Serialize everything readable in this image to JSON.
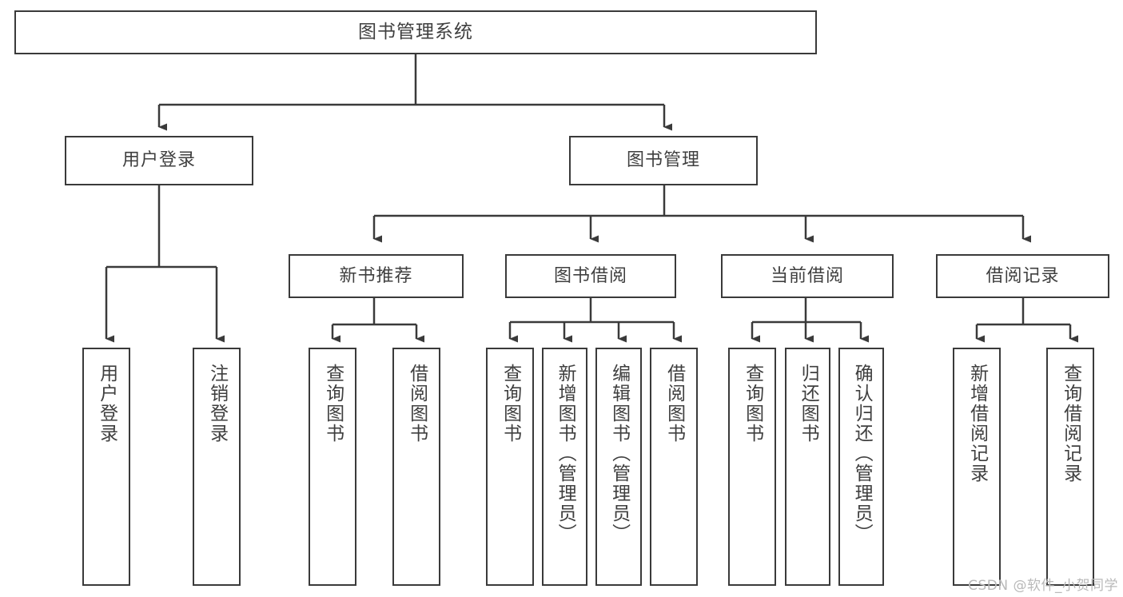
{
  "diagram": {
    "title": "图书管理系统",
    "type": "tree",
    "stroke_color": "#3a3a3a",
    "text_color": "#3f3f3f",
    "background_color": "#ffffff",
    "root": {
      "label": "图书管理系统"
    },
    "level2": [
      {
        "label": "用户登录"
      },
      {
        "label": "图书管理"
      }
    ],
    "level3": [
      {
        "label": "新书推荐"
      },
      {
        "label": "图书借阅"
      },
      {
        "label": "当前借阅"
      },
      {
        "label": "借阅记录"
      }
    ],
    "leaves": {
      "user_login": [
        {
          "label": "用户登录"
        },
        {
          "label": "注销登录"
        }
      ],
      "new_book_recommend": [
        {
          "label": "查询图书"
        },
        {
          "label": "借阅图书"
        }
      ],
      "book_borrow": [
        {
          "label": "查询图书"
        },
        {
          "label": "新增图书（管理员）"
        },
        {
          "label": "编辑图书（管理员）"
        },
        {
          "label": "借阅图书"
        }
      ],
      "current_borrow": [
        {
          "label": "查询图书"
        },
        {
          "label": "归还图书"
        },
        {
          "label": "确认归还（管理员）"
        }
      ],
      "borrow_record": [
        {
          "label": "新增借阅记录"
        },
        {
          "label": "查询借阅记录"
        }
      ]
    }
  },
  "watermark": {
    "text": "CSDN @软件_小贺同学"
  }
}
